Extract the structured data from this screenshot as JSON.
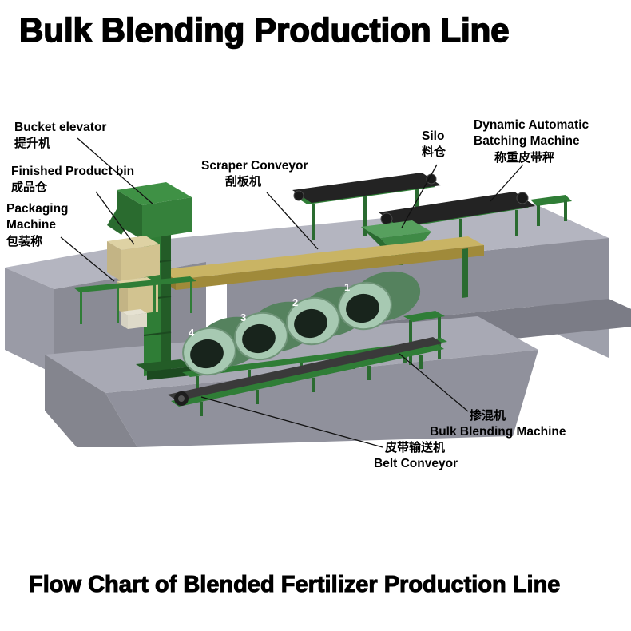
{
  "page": {
    "title": "Bulk Blending Production Line",
    "footer": "Flow Chart of Blended Fertilizer Production Line"
  },
  "labels": {
    "bucket_elevator": {
      "en": "Bucket elevator",
      "zh": "提升机"
    },
    "finished_product_bin": {
      "en": "Finished Product bin",
      "zh": "成品仓"
    },
    "packaging_machine": {
      "en_line1": "Packaging",
      "en_line2": "Machine",
      "zh": "包装称"
    },
    "scraper_conveyor": {
      "en": "Scraper Conveyor",
      "zh": "刮板机"
    },
    "silo": {
      "en": "Silo",
      "zh": "料仓"
    },
    "batching_machine": {
      "en_line1": "Dynamic Automatic",
      "en_line2": "Batching Machine",
      "zh": "称重皮带秤"
    },
    "bulk_blending_machine": {
      "zh": "掺混机",
      "en": "Bulk Blending Machine"
    },
    "belt_conveyor": {
      "zh": "皮带输送机",
      "en": "Belt Conveyor"
    }
  },
  "drums": {
    "numbers": [
      "4",
      "3",
      "2",
      "1"
    ]
  },
  "colors": {
    "machine_green": "#2f7d36",
    "machine_green_dark": "#235c27",
    "drum_face_green": "#a7c9b2",
    "drum_mouth": "#18241c",
    "beam_yellow": "#c9b464",
    "bin_tan": "#d2c390",
    "concrete_light": "#b4b5c0",
    "concrete_mid": "#9a9ba6",
    "concrete_dark": "#8a8b95",
    "belt_black": "#232323",
    "text_black": "#000000",
    "background": "#ffffff"
  }
}
